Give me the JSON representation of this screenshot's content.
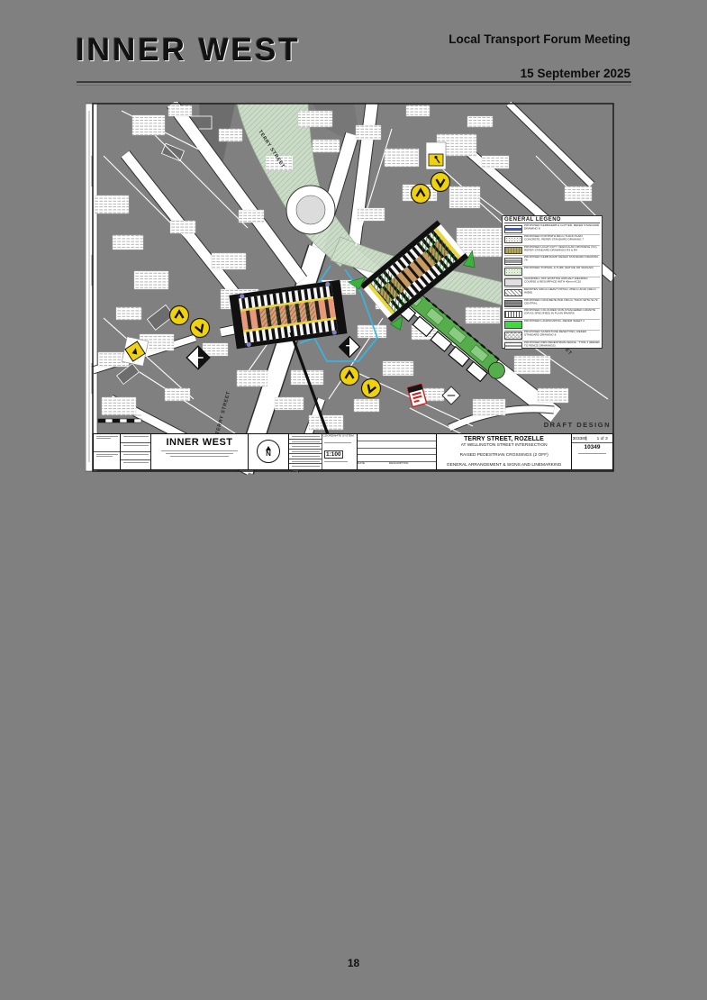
{
  "page": {
    "background": "#808080",
    "number": "18"
  },
  "header": {
    "logo": "INNER WEST",
    "meeting_title": "Local Transport Forum Meeting",
    "meeting_date": "15 September 2025"
  },
  "drawing": {
    "draft_label": "DRAFT DESIGN",
    "streets": {
      "terry_upper": "TERRY STREET",
      "terry_lower": "TERRY STREET",
      "wellington": "WELLINGTON STREET"
    },
    "legend": {
      "title": "GENERAL LEGEND",
      "items": [
        {
          "label": "PROPOSED KERB/KERB & GUTTER, REFER STANDARD DRAWING 8",
          "color": "#3a56c8"
        },
        {
          "label": "PROPOSED FOOTPATH 80mm THICK PLAIN CONCRETE, REFER STANDARD DRAWING 7",
          "color": "#efeee6"
        },
        {
          "label": "PROPOSED LIGHT DUTY VEHICULAR CROSSING (VC), REFER STANDARD DRAWINGS R3 & R4",
          "color": "#b3a75f"
        },
        {
          "label": "PROPOSED KERB RAMP, REFER STANDARD DRAWING 7A",
          "color": "#9a9a9a"
        },
        {
          "label": "PROPOSED TOPSOIL & TURF (NATIVE OR SIMILAR)",
          "color": "#e2efd9"
        },
        {
          "label": "GRIND/MILL OFF EXISTING ASPHALT WEARING COURSE & RESURFACE WITH 40mm AC10",
          "color": "#e0e0e0"
        },
        {
          "label": "DENOTES 100mm HEAVY PATCH, 250mm AC10 (40mm WIDE)",
          "color": "#ffffff"
        },
        {
          "label": "PROPOSED CONCRETE PAD 150mm THICK WITH SL72 CENTRAL",
          "color": "#8a8a8a"
        },
        {
          "label": "PROPOSED COLOURED NON-STAGGERED GRANITE (OR AS SPECIFIED) IN PLAIN PAVERS",
          "color": "#ffffff"
        },
        {
          "label": "PROPOSED LANDSCAPING, REFER SHEET 2",
          "color": "#3ddc3d"
        },
        {
          "label": "PROPOSED SANDSTONE RESETTING, REFER STANDARD DRAWING 8",
          "color": "#ffffff"
        },
        {
          "label": "PROPOSED RMS PEDESTRIAN FENCE - TYPE 1 (REFER TO FENCE DRAWINGS)",
          "color": "#ffffff"
        }
      ]
    },
    "title_block": {
      "company": "INNER WEST",
      "north_label": "N",
      "coordinate_system_label": "COORDINATE SYSTEM",
      "scale": "1:100",
      "amendments_date_label": "DATE",
      "amendments_description_label": "DESCRIPTION",
      "title_line1": "TERRY STREET, ROZELLE",
      "title_line2": "AT WELLINGTON STREET INTERSECTION",
      "title_line3": "RAISED PEDESTRIAN CROSSINGS (2 OFF)",
      "title_line4": "GENERAL ARRANGEMENT & SIGNS AND LINEMARKING",
      "project_no": "303385",
      "sheet_no": "1 of 3",
      "plan_no": "10349"
    },
    "colors": {
      "page_gray": "#808080",
      "sign_yellow": "#f0d20c",
      "landscape_green": "#3cb23c",
      "corridor_green": "#cfe0cb",
      "path_blue": "#35b5e5",
      "crossing_salmon": "#e8997a",
      "crossing_tan": "#c49a62",
      "sign_red": "#cc2222"
    }
  }
}
